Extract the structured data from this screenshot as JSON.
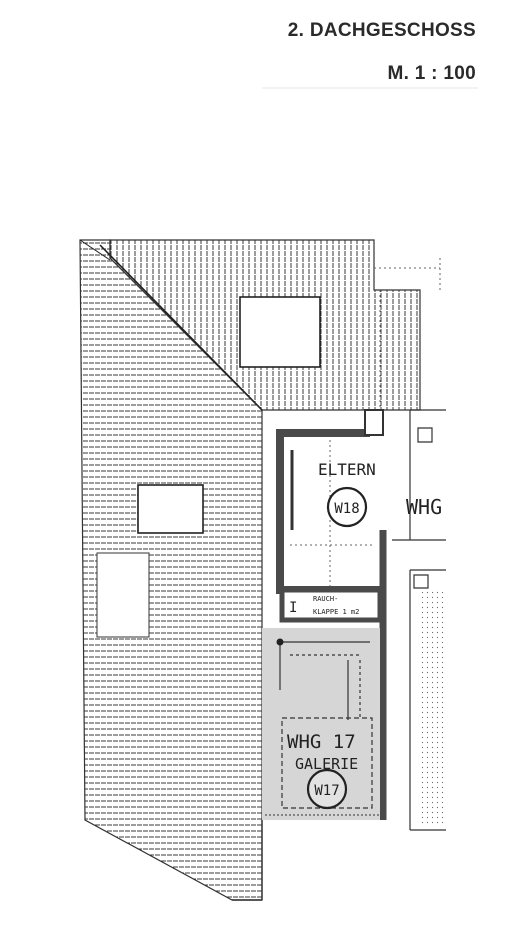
{
  "header": {
    "title": "2. DACHGESCHOSS",
    "scale": "M. 1 : 100"
  },
  "rooms": {
    "eltern_label": "ELTERN",
    "w18_label": "W18",
    "whg_label": "WHG",
    "rauch_line1": "RAUCH-",
    "rauch_line2": "KLAPPE 1 m2",
    "rauch_mark": "I",
    "whg17_label": "WHG 17",
    "galerie_label": "GALERIE",
    "w17_label": "W17"
  },
  "colors": {
    "wall": "#4a4a4a",
    "hatch": "#3a3a3a",
    "highlight": "#d6d6d6",
    "text": "#2a2a2a"
  }
}
